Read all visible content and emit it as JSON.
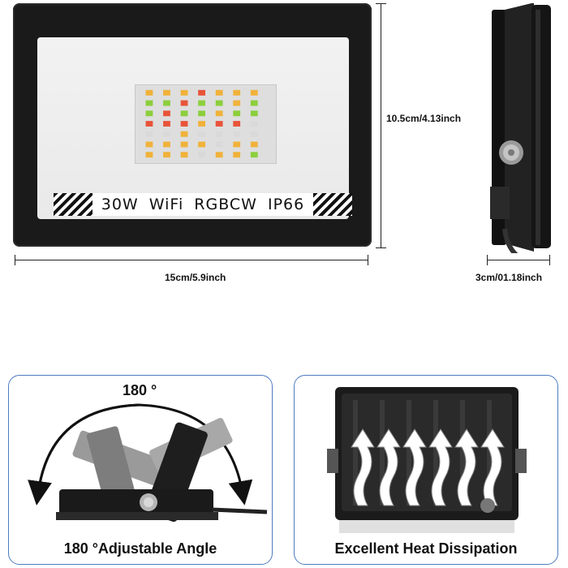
{
  "product": {
    "label": "30W  WiFi  RGBCW  IP66"
  },
  "dimensions": {
    "height": "10.5cm/4.13inch",
    "width": "15cm/5.9inch",
    "depth": "3cm/01.18inch"
  },
  "features": [
    {
      "angle": "180 °",
      "caption": "180 °Adjustable Angle"
    },
    {
      "caption": "Excellent Heat Dissipation"
    }
  ],
  "colors": {
    "housing": "#1a1a1a",
    "card_border": "#4d7cc0",
    "led_red": "#e8543a",
    "led_green": "#8ccf3c",
    "led_warm": "#f0b23a",
    "led_white": "#d9d9d9"
  }
}
